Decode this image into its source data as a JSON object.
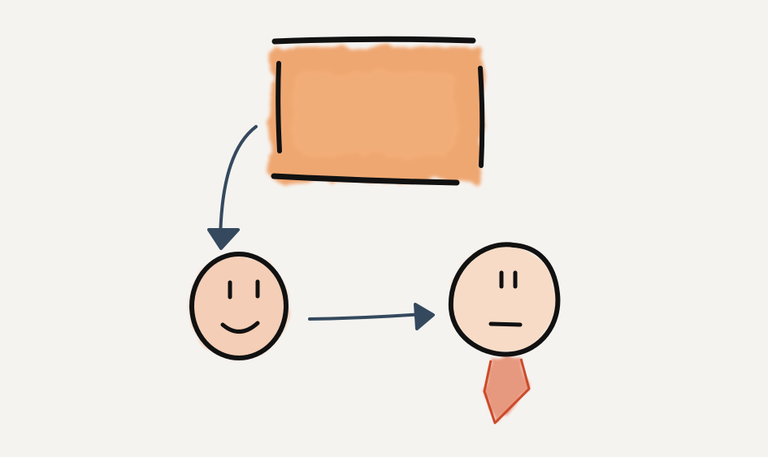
{
  "colors": {
    "background": "#f5f3f0",
    "ink": "#111111",
    "arrow": "#34495e",
    "box_fill": "#ee9a5c",
    "face_happy": "#f4c2a3",
    "face_neutral": "#f8d7bf",
    "tie": "#e06a45"
  },
  "diagram": {
    "nodes": [
      {
        "id": "box",
        "shape": "rectangle",
        "icon": "orange-box-icon"
      },
      {
        "id": "happy-face",
        "shape": "circle",
        "expression": "smile",
        "icon": "happy-face-icon"
      },
      {
        "id": "neutral-face",
        "shape": "circle",
        "expression": "neutral",
        "icon": "neutral-face-with-tie-icon"
      }
    ],
    "edges": [
      {
        "from": "box",
        "to": "happy-face"
      },
      {
        "from": "happy-face",
        "to": "neutral-face"
      }
    ]
  }
}
